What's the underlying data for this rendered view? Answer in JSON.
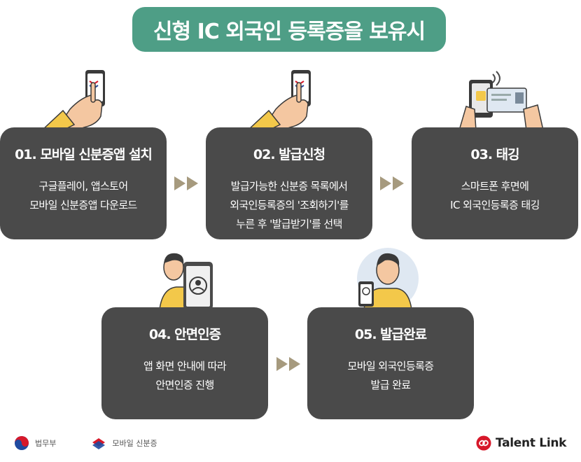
{
  "title": "신형 IC 외국인 등록증을 보유시",
  "steps": [
    {
      "title": "01. 모바일 신분증앱 설치",
      "lines": [
        "구글플레이,  앱스토어",
        "모바일 신분증앱 다운로드"
      ]
    },
    {
      "title": "02. 발급신청",
      "lines": [
        "발급가능한 신분증 목록에서",
        "외국인등록증의 '조회하기'를",
        "누른 후 '발급받기'를 선택"
      ]
    },
    {
      "title": "03. 태깅",
      "lines": [
        "스마트폰 후면에",
        "IC 외국인등록증 태깅"
      ]
    },
    {
      "title": "04. 안면인증",
      "lines": [
        "앱 화면 안내에 따라",
        "안면인증 진행"
      ]
    },
    {
      "title": "05. 발급완료",
      "lines": [
        "모바일 외국인등록증",
        "발급 완료"
      ]
    }
  ],
  "footer": {
    "ministry": "법무부",
    "mobile_id": "모바일 신분증",
    "brand": "Talent Link"
  },
  "colors": {
    "title_bg": "#4e9e86",
    "card_bg": "#4a4a4a",
    "arrow": "#a69a7e",
    "brand_red": "#d7182a",
    "skin": "#f4c7a1",
    "sleeve": "#f3c84a"
  },
  "icons": {
    "arrow": "double-chevron-right-icon",
    "ministry_logo": "taegeuk-emblem-icon",
    "mobile_id_logo": "mobile-id-logo-icon",
    "brand_logo": "chain-link-icon"
  }
}
